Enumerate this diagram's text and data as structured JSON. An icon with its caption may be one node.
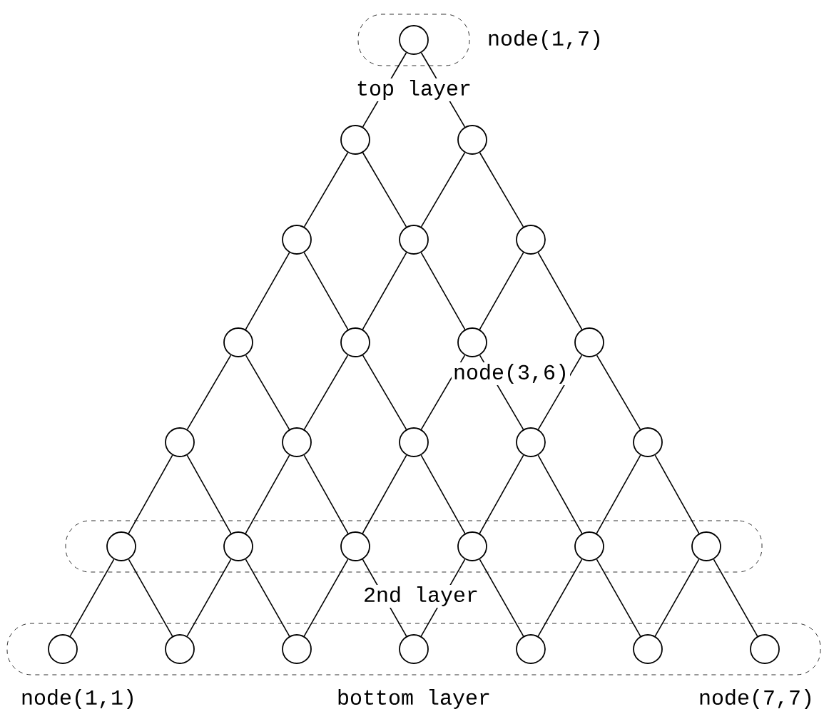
{
  "diagram": {
    "nodes": [
      {
        "text": [
          "top layer"
        ]
      },
      {
        "text": [],
        "shape": "circle",
        "in": 0,
        "beside": [
          "node(1,7)"
        ]
      },
      {
        "text": [],
        "shape": "circle"
      },
      {
        "text": [],
        "shape": "circle"
      },
      {
        "text": [],
        "shape": "circle"
      },
      {
        "text": [],
        "shape": "circle"
      },
      {
        "text": [],
        "shape": "circle"
      },
      {
        "text": [],
        "shape": "circle"
      },
      {
        "text": [],
        "shape": "circle"
      },
      {
        "text": [],
        "shape": "circle"
      },
      {
        "text": [],
        "shape": "circle"
      },
      {
        "text": [],
        "shape": "circle"
      },
      {
        "text": [],
        "shape": "circle"
      },
      {
        "text": [],
        "shape": "circle"
      },
      {
        "text": [],
        "shape": "circle"
      },
      {
        "text": [],
        "shape": "circle"
      },
      {
        "text": [
          "2nd layer"
        ]
      },
      {
        "text": [],
        "shape": "circle",
        "in": 16
      },
      {
        "text": [],
        "shape": "circle",
        "in": 16
      },
      {
        "text": [],
        "shape": "circle",
        "in": 16
      },
      {
        "text": [],
        "shape": "circle",
        "in": 16
      },
      {
        "text": [],
        "shape": "circle",
        "in": 16
      },
      {
        "text": [],
        "shape": "circle",
        "in": 16
      },
      {
        "text": [
          "bottom layer"
        ]
      },
      {
        "text": [],
        "shape": "circle",
        "in": 23,
        "beside": [
          "node(1,1)"
        ]
      },
      {
        "text": [],
        "shape": "circle",
        "in": 23
      },
      {
        "text": [],
        "shape": "circle",
        "in": 23
      },
      {
        "text": [],
        "shape": "circle",
        "in": 23
      },
      {
        "text": [],
        "shape": "circle",
        "in": 23
      },
      {
        "text": [],
        "shape": "circle",
        "in": 23
      },
      {
        "text": [],
        "shape": "circle",
        "in": 23,
        "beside": [
          "node(7,7)"
        ]
      }
    ],
    "edges": [
      {
        "from": 1,
        "to": 2,
        "arrow": "none"
      },
      {
        "from": 1,
        "to": 3,
        "arrow": "none"
      },
      {
        "from": 2,
        "to": 4,
        "arrow": "none"
      },
      {
        "from": 2,
        "to": 5,
        "arrow": "none"
      },
      {
        "from": 3,
        "to": 5,
        "arrow": "none"
      },
      {
        "from": 3,
        "to": 6,
        "arrow": "none"
      },
      {
        "from": 4,
        "to": 7,
        "arrow": "none"
      },
      {
        "from": 4,
        "to": 8,
        "arrow": "none"
      },
      {
        "from": 5,
        "to": 8,
        "arrow": "none"
      },
      {
        "from": 5,
        "to": 9,
        "arrow": "none"
      },
      {
        "from": 6,
        "to": 9,
        "arrow": "none"
      },
      {
        "from": 6,
        "to": 10,
        "arrow": "none"
      },
      {
        "from": 7,
        "to": 11,
        "arrow": "none"
      },
      {
        "from": 7,
        "to": 12,
        "arrow": "none"
      },
      {
        "from": 8,
        "to": 12,
        "arrow": "none"
      },
      {
        "from": 8,
        "to": 13,
        "arrow": "none"
      },
      {
        "from": 9,
        "to": 13,
        "arrow": "none"
      },
      {
        "from": 9,
        "to": 14,
        "arrow": "none"
      },
      {
        "from": 10,
        "to": 14,
        "arrow": "none"
      },
      {
        "from": 10,
        "to": 15,
        "arrow": "none"
      },
      {
        "from": 11,
        "to": 17,
        "arrow": "none"
      },
      {
        "from": 11,
        "to": 18,
        "arrow": "none"
      },
      {
        "from": 12,
        "to": 18,
        "arrow": "none"
      },
      {
        "from": 12,
        "to": 19,
        "arrow": "none"
      },
      {
        "from": 13,
        "to": 19,
        "arrow": "none"
      },
      {
        "from": 13,
        "to": 20,
        "arrow": "none"
      },
      {
        "from": 14,
        "to": 20,
        "arrow": "none"
      },
      {
        "from": 14,
        "to": 21,
        "arrow": "none"
      },
      {
        "from": 15,
        "to": 21,
        "arrow": "none"
      },
      {
        "from": 15,
        "to": 22,
        "arrow": "none"
      },
      {
        "from": 17,
        "to": 24,
        "arrow": "none"
      },
      {
        "from": 17,
        "to": 25,
        "arrow": "none"
      },
      {
        "from": 18,
        "to": 25,
        "arrow": "none"
      },
      {
        "from": 18,
        "to": 26,
        "arrow": "none"
      },
      {
        "from": 19,
        "to": 26,
        "arrow": "none"
      },
      {
        "from": 19,
        "to": 27,
        "arrow": "none"
      },
      {
        "from": 20,
        "to": 27,
        "arrow": "none"
      },
      {
        "from": 20,
        "to": 28,
        "arrow": "none"
      },
      {
        "from": 21,
        "to": 28,
        "arrow": "none"
      },
      {
        "from": 21,
        "to": 29,
        "arrow": "none"
      },
      {
        "from": 22,
        "to": 29,
        "arrow": "none"
      },
      {
        "from": 22,
        "to": 30,
        "arrow": "none"
      }
    ],
    "labels": [
      "node(3,6)"
    ]
  }
}
